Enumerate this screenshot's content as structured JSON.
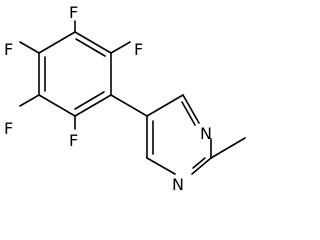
{
  "molecule": {
    "atoms": {
      "f_top": "F",
      "f_upper_right": "F",
      "f_upper_left": "F",
      "f_lower_left": "F",
      "f_bottom": "F",
      "n_upper": "N",
      "n_lower": "N"
    }
  }
}
